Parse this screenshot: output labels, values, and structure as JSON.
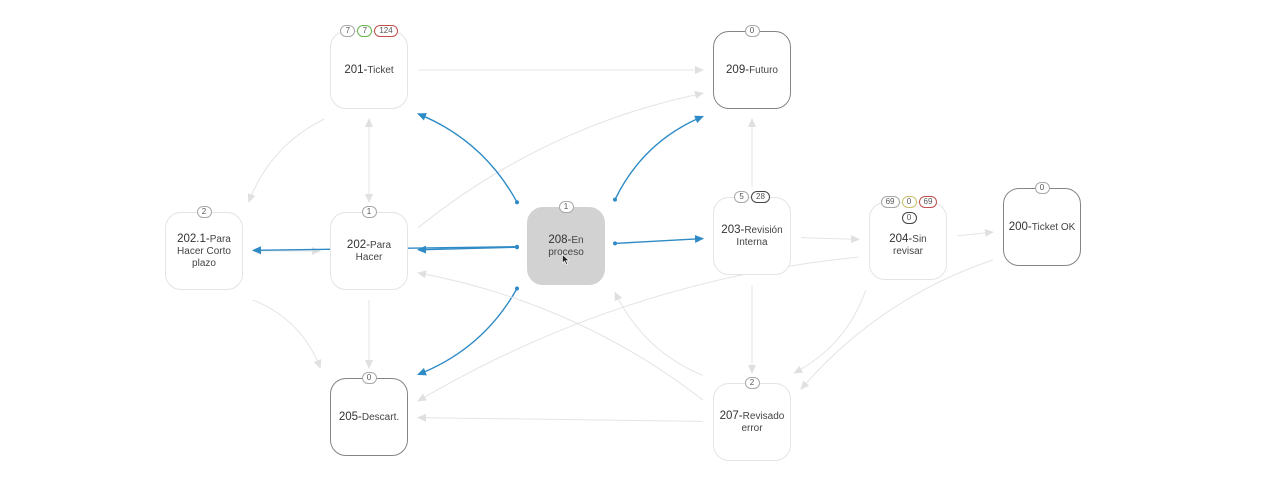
{
  "colors": {
    "edge": "#e4e4e4",
    "highlight": "#2e8bc6",
    "node_border": "#e4e4e4",
    "node_dark_border": "#858585",
    "selected_fill": "#d2d2d2",
    "badge_green": "#6ab04c",
    "badge_red": "#c0504d",
    "badge_yellow": "#c9c06a"
  },
  "nodes": {
    "n201": {
      "code": "201-",
      "name": "Ticket",
      "badges": [
        {
          "value": "7",
          "style": "grey"
        },
        {
          "value": "7",
          "style": "green"
        },
        {
          "value": "124",
          "style": "red"
        }
      ]
    },
    "n209": {
      "code": "209-",
      "name": "Futuro",
      "badges": [
        {
          "value": "0",
          "style": "grey"
        }
      ]
    },
    "n2021": {
      "code": "202.1-",
      "name": "Para Hacer Corto plazo",
      "badges": [
        {
          "value": "2",
          "style": "grey"
        }
      ]
    },
    "n202": {
      "code": "202-",
      "name": "Para Hacer",
      "badges": [
        {
          "value": "1",
          "style": "grey"
        }
      ]
    },
    "n208": {
      "code": "208-",
      "name": "En proceso",
      "badges": [
        {
          "value": "1",
          "style": "grey"
        }
      ]
    },
    "n203": {
      "code": "203-",
      "name": "Revisión Interna",
      "badges": [
        {
          "value": "5",
          "style": "grey"
        },
        {
          "value": "28",
          "style": "dark"
        }
      ]
    },
    "n204": {
      "code": "204-",
      "name": "Sin revisar",
      "badges": [
        {
          "value": "69",
          "style": "grey"
        },
        {
          "value": "0",
          "style": "yellow"
        },
        {
          "value": "69",
          "style": "red"
        },
        {
          "value": "0",
          "style": "dark"
        }
      ]
    },
    "n200": {
      "code": "200-",
      "name": "Ticket OK",
      "badges": [
        {
          "value": "0",
          "style": "grey"
        }
      ]
    },
    "n205": {
      "code": "205-",
      "name": "Descart.",
      "badges": [
        {
          "value": "0",
          "style": "grey"
        }
      ]
    },
    "n207": {
      "code": "207-",
      "name": "Revisado error",
      "badges": [
        {
          "value": "2",
          "style": "grey"
        }
      ]
    }
  },
  "edges": [
    {
      "from": "n201",
      "to": "n209",
      "highlighted": false
    },
    {
      "from": "n201",
      "to": "n2021",
      "highlighted": false
    },
    {
      "from": "n201",
      "to": "n202",
      "highlighted": false
    },
    {
      "from": "n202",
      "to": "n201",
      "highlighted": false
    },
    {
      "from": "n202",
      "to": "n2021",
      "highlighted": false
    },
    {
      "from": "n2021",
      "to": "n202",
      "highlighted": false
    },
    {
      "from": "n2021",
      "to": "n205",
      "highlighted": false
    },
    {
      "from": "n202",
      "to": "n205",
      "highlighted": false
    },
    {
      "from": "n202",
      "to": "n209",
      "highlighted": false
    },
    {
      "from": "n208",
      "to": "n201",
      "highlighted": true
    },
    {
      "from": "n208",
      "to": "n209",
      "highlighted": true
    },
    {
      "from": "n208",
      "to": "n2021",
      "highlighted": true
    },
    {
      "from": "n208",
      "to": "n202",
      "highlighted": true
    },
    {
      "from": "n208",
      "to": "n203",
      "highlighted": true
    },
    {
      "from": "n208",
      "to": "n205",
      "highlighted": true
    },
    {
      "from": "n203",
      "to": "n209",
      "highlighted": false
    },
    {
      "from": "n203",
      "to": "n204",
      "highlighted": false
    },
    {
      "from": "n203",
      "to": "n207",
      "highlighted": false
    },
    {
      "from": "n204",
      "to": "n200",
      "highlighted": false
    },
    {
      "from": "n204",
      "to": "n205",
      "highlighted": false
    },
    {
      "from": "n204",
      "to": "n207",
      "highlighted": false
    },
    {
      "from": "n200",
      "to": "n207",
      "highlighted": false
    },
    {
      "from": "n207",
      "to": "n205",
      "highlighted": false
    },
    {
      "from": "n207",
      "to": "n202",
      "highlighted": false
    },
    {
      "from": "n207",
      "to": "n208",
      "highlighted": false
    }
  ],
  "cursor_icon": "pointer-cursor-icon"
}
